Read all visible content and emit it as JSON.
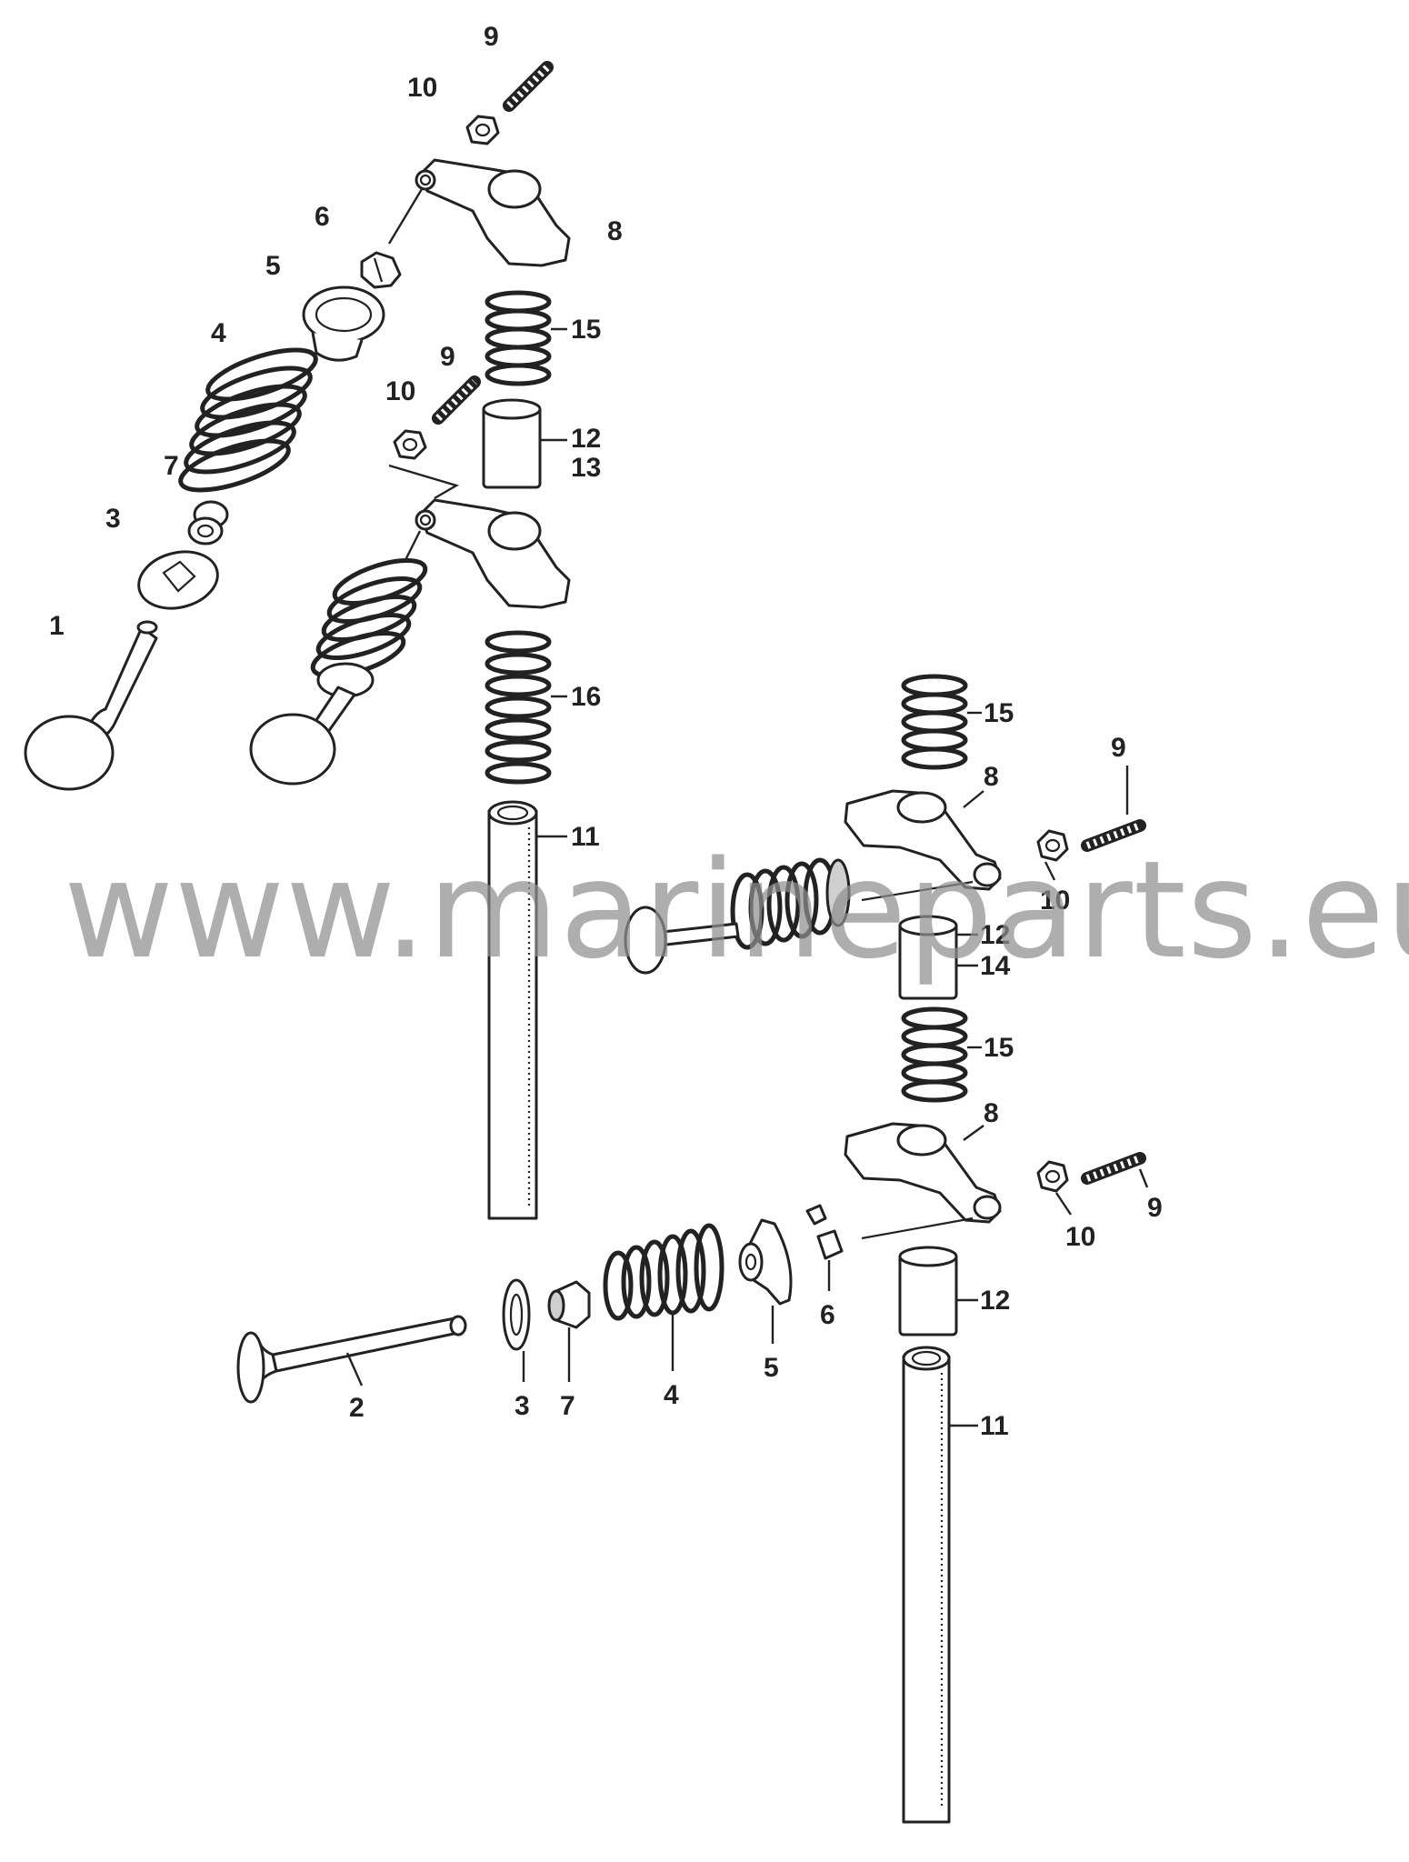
{
  "watermark": "www.marineparts.eu",
  "callouts": [
    "1",
    "2",
    "3",
    "4",
    "5",
    "6",
    "7",
    "8",
    "9",
    "10",
    "11",
    "12",
    "13",
    "14",
    "15",
    "16"
  ]
}
